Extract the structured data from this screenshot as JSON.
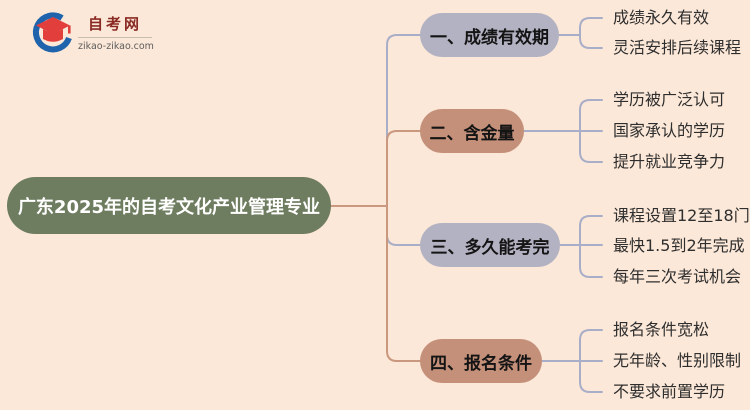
{
  "page": {
    "background": "#fce8d8"
  },
  "logo": {
    "site_name": "自考网",
    "site_url": "zikao-zikao.com",
    "icon": "graduation-cap-crescent-icon",
    "colors": {
      "cap_red": "#e23e3c",
      "crescent_blue": "#1e63ac",
      "name_color": "#8a2a24",
      "url_color": "#5c5c5c"
    }
  },
  "mindmap": {
    "root": {
      "label": "广东2025年的自考文化产业管理专业",
      "bg": "#6e7c5f",
      "text_color": "#ffffff"
    },
    "line_colors": {
      "primary": "#ca977f",
      "secondary": "#a9aec8"
    },
    "branches": [
      {
        "label": "一、成绩有效期",
        "color": "#b2b2c2",
        "items": [
          "成绩永久有效",
          "灵活安排后续课程"
        ]
      },
      {
        "label": "二、含金量",
        "color": "#c4907a",
        "items": [
          "学历被广泛认可",
          "国家承认的学历",
          "提升就业竞争力"
        ]
      },
      {
        "label": "三、多久能考完",
        "color": "#b2b2c2",
        "items": [
          "课程设置12至18门",
          "最快1.5到2年完成",
          "每年三次考试机会"
        ]
      },
      {
        "label": "四、报名条件",
        "color": "#c4907a",
        "items": [
          "报名条件宽松",
          "无年龄、性别限制",
          "不要求前置学历"
        ]
      }
    ]
  }
}
